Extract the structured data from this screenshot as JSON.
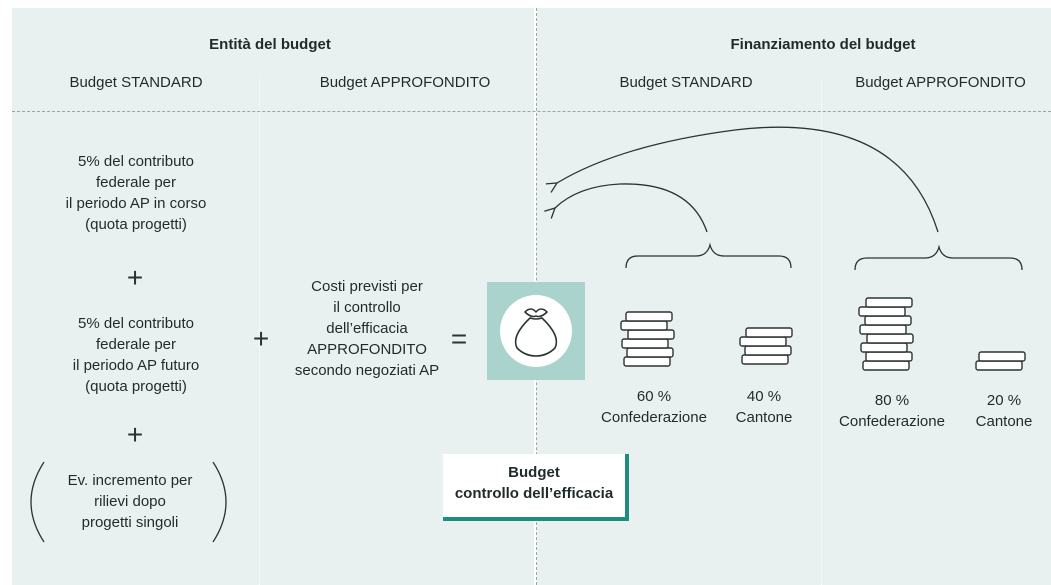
{
  "left": {
    "header": "Entità del budget",
    "col_standard": "Budget STANDARD",
    "col_approfondito": "Budget APPROFONDITO",
    "item1": [
      "5% del contributo",
      "federale per",
      "il periodo AP in corso",
      "(quota progetti)"
    ],
    "plus1": "+",
    "item2": [
      "5% del contributo",
      "federale per",
      "il periodo AP futuro",
      "(quota progetti)"
    ],
    "plus2": "+",
    "item3": [
      "Ev. incremento per",
      "rilievi dopo",
      "progetti singoli"
    ],
    "plus_mid": "+",
    "costs": [
      "Costi previsti per",
      "il controllo",
      "dell’efficacia",
      "APPROFONDITO",
      "secondo negoziati AP"
    ],
    "equals": "="
  },
  "right": {
    "header": "Finanziamento del budget",
    "col_standard": "Budget STANDARD",
    "col_approfondito": "Budget APPROFONDITO",
    "standard": [
      {
        "pct": "60 %",
        "label": "Confederazione",
        "value": 60
      },
      {
        "pct": "40 %",
        "label": "Cantone",
        "value": 40
      }
    ],
    "approfondito": [
      {
        "pct": "80 %",
        "label": "Confederazione",
        "value": 80
      },
      {
        "pct": "20 %",
        "label": "Cantone",
        "value": 20
      }
    ]
  },
  "result": {
    "line1": "Budget",
    "line2": "controllo dell’efficacia"
  },
  "icons": [
    "money-bag-icon",
    "coin-stack-icon",
    "curved-arrow-icon",
    "curly-brace-icon"
  ],
  "colors": {
    "panel": "#e8f1ef",
    "bag_box": "#a9d3cc",
    "accent": "#1e8c7e",
    "stroke": "#2b3333"
  }
}
